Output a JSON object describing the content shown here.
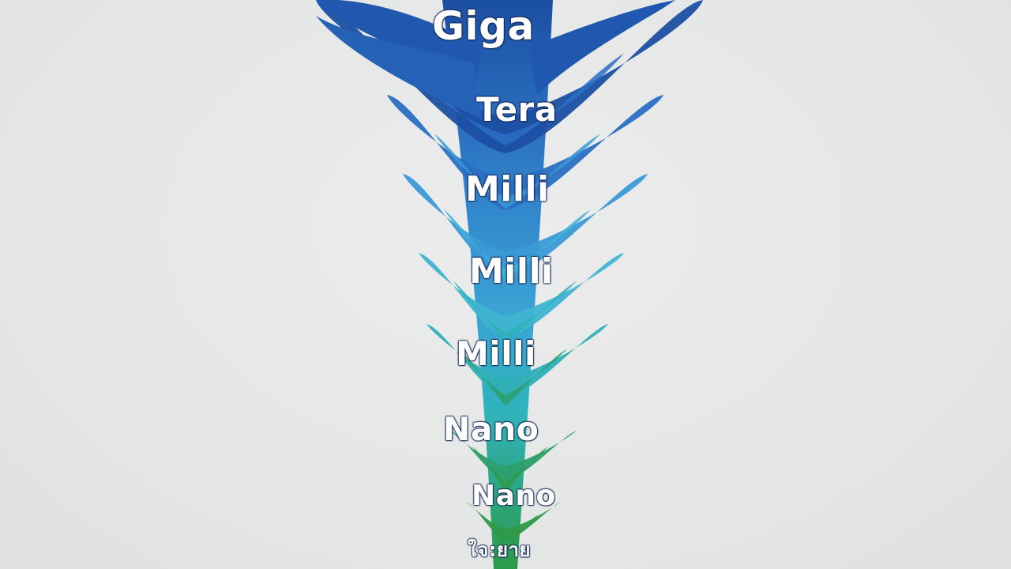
{
  "image": {
    "background_color": "#e6e7e7",
    "tree_colors": [
      "#1c4fa3",
      "#2a6fc4",
      "#3a9ad6",
      "#3fb4d2",
      "#2fb0b8",
      "#2c9f6c",
      "#2e9a48"
    ]
  },
  "labels": [
    "Giga",
    "Tera",
    "Milli",
    "Milli",
    "Milli",
    "Nano",
    "Nano",
    "ใจ:ยาย"
  ]
}
